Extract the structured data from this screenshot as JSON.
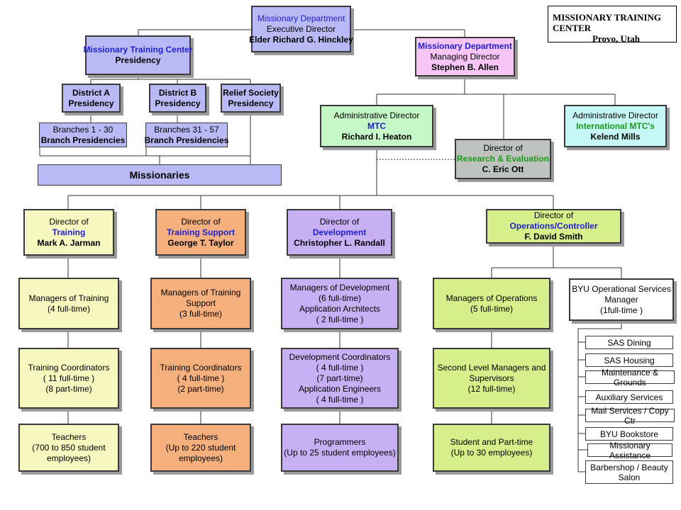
{
  "header": {
    "title": "MISSIONARY TRAINING CENTER",
    "subtitle": "Provo, Utah"
  },
  "exec": {
    "l1": "Missionary Department",
    "l2": "Executive Director",
    "l3": "Elder Richard G. Hinckley"
  },
  "mtc_presidency": {
    "l1": "Missionary Training Center",
    "l2": "Presidency"
  },
  "managing": {
    "l1": "Missionary Department",
    "l2": "Managing Director",
    "l3": "Stephen B. Allen"
  },
  "district_a": {
    "l1": "District A",
    "l2": "Presidency"
  },
  "district_b": {
    "l1": "District B",
    "l2": "Presidency"
  },
  "relief": {
    "l1": "Relief Society",
    "l2": "Presidency"
  },
  "branches1": {
    "l1": "Branches 1 - 30",
    "l2": "Branch Presidencies"
  },
  "branches2": {
    "l1": "Branches 31 - 57",
    "l2": "Branch Presidencies"
  },
  "missionaries": "Missionaries",
  "admin_mtc": {
    "l1": "Administrative Director",
    "l2": "MTC",
    "l3": "Richard I. Heaton"
  },
  "research": {
    "l1": "Director of",
    "l2": "Research & Evaluation",
    "l3": "C. Eric Ott"
  },
  "admin_intl": {
    "l1": "Administrative Director",
    "l2": "International MTC's",
    "l3": "Kelend Mills"
  },
  "dir_training": {
    "l1": "Director of",
    "l2": "Training",
    "l3": "Mark A. Jarman"
  },
  "dir_support": {
    "l1": "Director of",
    "l2": "Training Support",
    "l3": "George T. Taylor"
  },
  "dir_dev": {
    "l1": "Director of",
    "l2": "Development",
    "l3": "Christopher L. Randall"
  },
  "dir_ops": {
    "l1": "Director of",
    "l2": "Operations/Controller",
    "l3": "F. David Smith"
  },
  "col1": {
    "r1": [
      "Managers of Training",
      "(4 full-time)"
    ],
    "r2": [
      "Training Coordinators",
      "( 11 full-time )",
      "(8 part-time)"
    ],
    "r3": [
      "Teachers",
      "(700 to 850 student",
      "employees)"
    ]
  },
  "col2": {
    "r1": [
      "Managers of Training",
      "Support",
      "(3 full-time)"
    ],
    "r2": [
      "Training Coordinators",
      "( 4 full-time )",
      "(2 part-time)"
    ],
    "r3": [
      "Teachers",
      "(Up to 220 student",
      "employees)"
    ]
  },
  "col3": {
    "r1": [
      "Managers of Development",
      "(6 full-time)",
      "Application Architects",
      "( 2 full-time )"
    ],
    "r2": [
      "Development Coordinators",
      "( 4 full-time )",
      "(7 part-time)",
      "Application Engineers",
      "( 4 full-time )"
    ],
    "r3": [
      "Programmers",
      "(Up to 25 student employees)"
    ]
  },
  "col4": {
    "r1": [
      "Managers of Operations",
      "(5 full-time)"
    ],
    "r2": [
      "Second Level Managers and",
      "Supervisors",
      "(12 full-time)"
    ],
    "r3": [
      "Student and Part-time",
      "(Up to 30 employees)"
    ]
  },
  "byu": [
    "BYU Operational Services",
    "Manager",
    "(1full-time )"
  ],
  "services": [
    "SAS Dining",
    "SAS Housing",
    "Maintenance & Grounds",
    "Auxiliary Services",
    "Mail Services / Copy Ctr",
    "BYU Bookstore",
    "Missionary Assistance",
    "Barbershop / Beauty Salon"
  ],
  "colors": {
    "purple": "#b9b9f5",
    "pink": "#f7c6f7",
    "green": "#c6f7c6",
    "cyan": "#c6f7f7",
    "gray": "#bfc3bf",
    "yellow": "#f7f7c0",
    "orange": "#f5b07e",
    "lilac": "#c8b0f5",
    "lime": "#d6ef8a",
    "accent_blue": "#1f1fd0",
    "accent_green": "#1a9a1a"
  }
}
